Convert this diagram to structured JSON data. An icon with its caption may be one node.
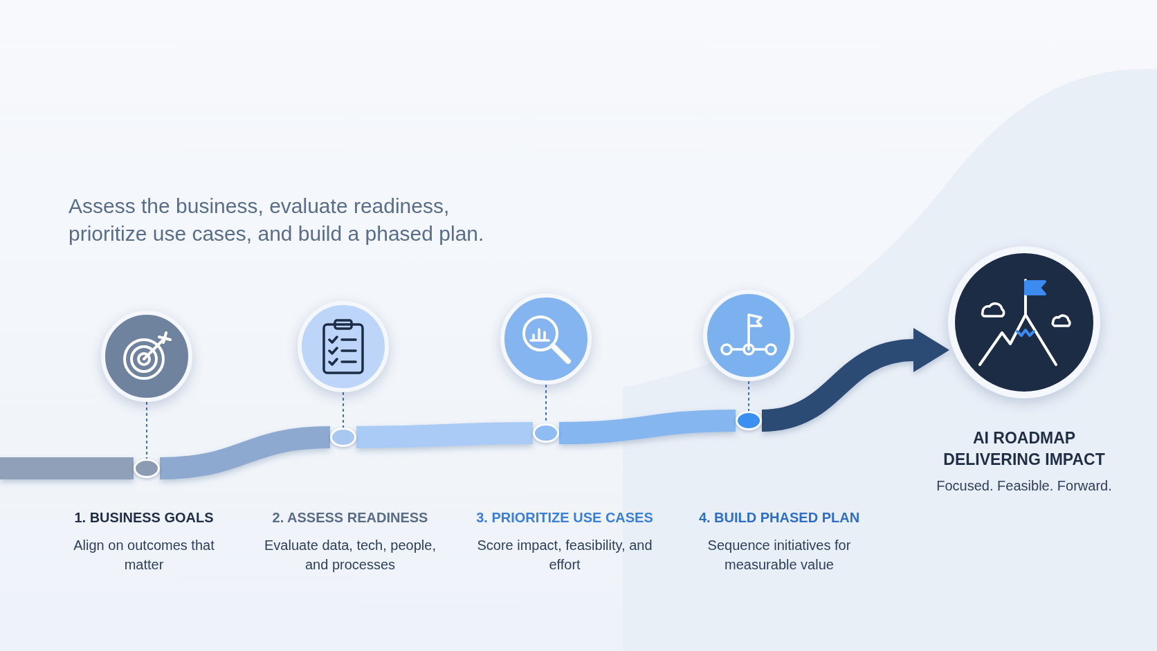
{
  "diagram": {
    "title": "Assess the business, evaluate readiness, prioritize use cases, and build a phased plan.",
    "nodes": [
      {
        "text": [],
        "shape": "circle"
      },
      {
        "text": [],
        "shape": "circle"
      },
      {
        "text": [
          "1. BUSINESS GOALS",
          "Align on outcomes that matter"
        ]
      },
      {
        "text": [],
        "shape": "circle"
      },
      {
        "text": [],
        "shape": "circle"
      },
      {
        "text": [
          "2. ASSESS READINESS",
          "Evaluate data, tech, people, and processes"
        ]
      },
      {
        "text": [],
        "shape": "circle"
      },
      {
        "text": [],
        "shape": "circle"
      },
      {
        "text": [
          "3. PRIORITIZE USE CASES",
          "Score impact, feasibility, and effort"
        ]
      },
      {
        "text": [],
        "shape": "circle"
      },
      {
        "text": [],
        "shape": "circle"
      },
      {
        "text": [
          "4. BUILD PHASED PLAN",
          "Sequence initiatives for measurable value"
        ]
      },
      {
        "text": [],
        "shape": "circle"
      },
      {
        "text": [
          "AI ROADMAP DELIVERING IMPACT",
          "Focused. Feasible. Forward."
        ]
      }
    ],
    "edges": [
      {
        "from": 0,
        "to": 1,
        "arrow": "none",
        "style": "dashed",
        "color": "#3d6fc2"
      },
      {
        "from": 3,
        "to": 4,
        "arrow": "none",
        "style": "dashed",
        "color": "#3d6fc2"
      },
      {
        "from": 6,
        "to": 7,
        "arrow": "none",
        "style": "dashed",
        "color": "#3d6fc2"
      },
      {
        "from": 9,
        "to": 10,
        "arrow": "none",
        "style": "dashed",
        "color": "#3d6fc2"
      },
      {
        "from": null,
        "to": 1,
        "arrow": "none",
        "color": "#8fa0b8"
      },
      {
        "from": 1,
        "to": 4,
        "arrow": "none",
        "color": "#8ea9cf"
      },
      {
        "from": 4,
        "to": 7,
        "arrow": "none",
        "color": "#a9cbf6"
      },
      {
        "from": 7,
        "to": 10,
        "arrow": "none",
        "color": "#86b6f0"
      },
      {
        "from": 10,
        "to": 12,
        "arrow": "to",
        "color": "#2b4a74"
      }
    ]
  }
}
